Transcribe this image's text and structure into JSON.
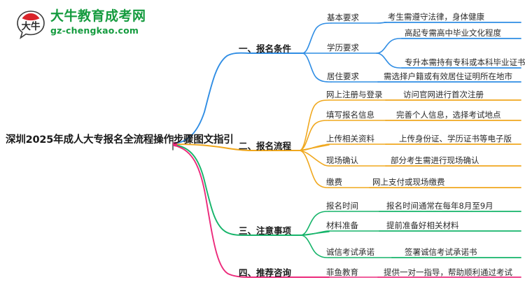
{
  "logo": {
    "mark_text": "大牛",
    "title": "大牛教育成考网",
    "subtitle": "gz-chengkao.com",
    "brand_color": "#159b3f",
    "mark_accent_color": "#d9242a"
  },
  "mindmap": {
    "root": {
      "label": "深圳2025年成人大专报名全流程操作步骤图文指引"
    },
    "branches": [
      {
        "label": "一、报名条件",
        "color": "#2f8de4",
        "topics": [
          {
            "label": "基本要求",
            "leaves": [
              {
                "label": "考生需遵守法律，身体健康"
              }
            ]
          },
          {
            "label": "学历要求",
            "leaves": [
              {
                "label": "高起专需高中毕业文化程度"
              },
              {
                "label": "专升本需持有专科或本科毕业证书"
              }
            ]
          },
          {
            "label": "居住要求",
            "leaves": [
              {
                "label": "需选择户籍或有效居住证明所在地市"
              }
            ]
          }
        ]
      },
      {
        "label": "二、报名流程",
        "color": "#f0a81e",
        "topics": [
          {
            "label": "网上注册与登录",
            "leaves": [
              {
                "label": "访问官网进行首次注册"
              }
            ]
          },
          {
            "label": "填写报名信息",
            "leaves": [
              {
                "label": "完善个人信息，选择考试地点"
              }
            ]
          },
          {
            "label": "上传相关资料",
            "leaves": [
              {
                "label": "上传身份证、学历证书等电子版"
              }
            ]
          },
          {
            "label": "现场确认",
            "leaves": [
              {
                "label": "部分考生需进行现场确认"
              }
            ]
          },
          {
            "label": "缴费",
            "leaves": [
              {
                "label": "网上支付或现场缴费"
              }
            ]
          }
        ]
      },
      {
        "label": "三、注意事项",
        "color": "#16b46a",
        "topics": [
          {
            "label": "报名时间",
            "leaves": [
              {
                "label": "报名时间通常在每年8月至9月"
              }
            ]
          },
          {
            "label": "材料准备",
            "leaves": [
              {
                "label": "提前准备好相关材料"
              }
            ]
          },
          {
            "label": "诚信考试承诺",
            "leaves": [
              {
                "label": "签署诚信考试承诺书"
              }
            ]
          }
        ]
      },
      {
        "label": "四、推荐咨询",
        "color": "#ec2a7b",
        "topics": [
          {
            "label": "菲鱼教育",
            "leaves": [
              {
                "label": "提供一对一指导，帮助顺利通过考试"
              }
            ]
          }
        ]
      }
    ]
  }
}
